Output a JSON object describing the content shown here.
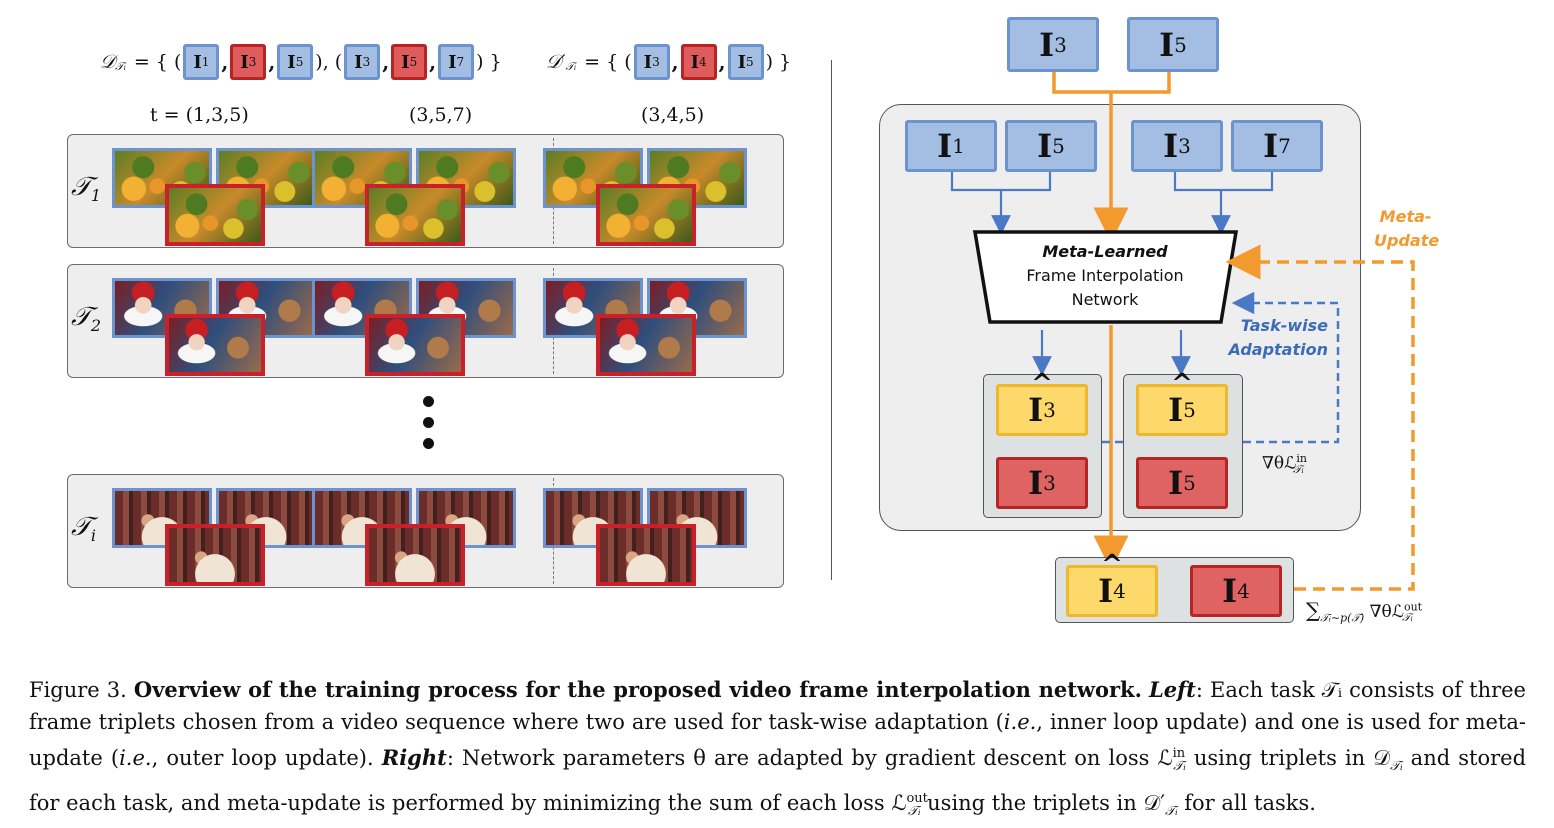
{
  "left": {
    "set_d": {
      "label": "𝒟",
      "sub": "𝒯ᵢ",
      "eq": " = { (",
      "triplets": [
        [
          {
            "l": "I",
            "s": "1",
            "c": "blue"
          },
          {
            "l": "I",
            "s": "3",
            "c": "red"
          },
          {
            "l": "I",
            "s": "5",
            "c": "blue"
          }
        ],
        [
          {
            "l": "I",
            "s": "3",
            "c": "blue"
          },
          {
            "l": "I",
            "s": "5",
            "c": "red"
          },
          {
            "l": "I",
            "s": "7",
            "c": "blue"
          }
        ]
      ],
      "close": ") }"
    },
    "set_dprime": {
      "label": "𝒟′",
      "sub": "𝒯ᵢ",
      "eq": " = { (",
      "triplet": [
        {
          "l": "I",
          "s": "3",
          "c": "blue"
        },
        {
          "l": "I",
          "s": "4",
          "c": "red"
        },
        {
          "l": "I",
          "s": "5",
          "c": "blue"
        }
      ],
      "close": ") }"
    },
    "t_labels": [
      "t = (1,3,5)",
      "(3,5,7)",
      "(3,4,5)"
    ],
    "tasks": [
      {
        "label": "𝒯",
        "sub": "1",
        "theme": "fruit"
      },
      {
        "label": "𝒯",
        "sub": "2",
        "theme": "santa"
      },
      {
        "label": "𝒯",
        "sub": "i",
        "theme": "kitchen"
      }
    ],
    "ellipsis": "⋮"
  },
  "right": {
    "top_inputs": [
      {
        "l": "I",
        "s": "3"
      },
      {
        "l": "I",
        "s": "5"
      }
    ],
    "panel_inputs": [
      {
        "l": "I",
        "s": "1"
      },
      {
        "l": "I",
        "s": "5"
      },
      {
        "l": "I",
        "s": "3"
      },
      {
        "l": "I",
        "s": "7"
      }
    ],
    "network": {
      "title": "Meta-Learned",
      "line2": "Frame Interpolation",
      "line3": "Network"
    },
    "pred_pairs": [
      {
        "pred": {
          "l": "I",
          "s": "3"
        },
        "gt": {
          "l": "I",
          "s": "3"
        }
      },
      {
        "pred": {
          "l": "I",
          "s": "5"
        },
        "gt": {
          "l": "I",
          "s": "5"
        }
      }
    ],
    "final_pair": {
      "pred": {
        "l": "I",
        "s": "4"
      },
      "gt": {
        "l": "I",
        "s": "4"
      }
    },
    "meta_update_line1": "Meta-",
    "meta_update_line2": "Update",
    "task_adapt_line1": "Task-wise",
    "task_adapt_line2": "Adaptation",
    "grad_in": "∇θℒ",
    "grad_in_sup": "in",
    "grad_in_sub": "𝒯ᵢ",
    "sum_out": "∑",
    "sum_out_sub": "𝒯ᵢ∼p(𝒯)",
    "sum_grad": " ∇θℒ",
    "sum_grad_sup": "out",
    "sum_grad_sub": "𝒯ᵢ",
    "colors": {
      "orange": "#f29a2e",
      "blue": "#3b6cb8",
      "box_blue": "#a4bde3",
      "box_yellow": "#fdd86b",
      "box_red": "#e06363"
    }
  },
  "caption": {
    "fig": "Figure 3. ",
    "bold": "Overview of the training process for the proposed video frame interpolation network.",
    "left_label": "Left",
    "p1": ": Each task 𝒯ᵢ consists of three frame triplets chosen from a video sequence where two are used for task-wise adaptation (",
    "ie1": "i.e.",
    "p2": ", inner loop update) and one is used for meta-update (",
    "ie2": "i.e.",
    "p3": ", outer loop update). ",
    "right_label": "Right",
    "p4": ": Network parameters θ are adapted by gradient descent on loss ℒ",
    "p4_sup": "in",
    "p4_sub": "𝒯ᵢ",
    "p5": " using triplets in 𝒟",
    "p5_sub": "𝒯ᵢ",
    "p6": " and stored for each task, and meta-update is performed by minimizing the sum of each loss ℒ",
    "p6_sup": "out",
    "p6_sub": "𝒯ᵢ",
    "p7": " using the triplets in 𝒟′",
    "p7_sub": "𝒯ᵢ",
    "p8": " for all tasks."
  }
}
